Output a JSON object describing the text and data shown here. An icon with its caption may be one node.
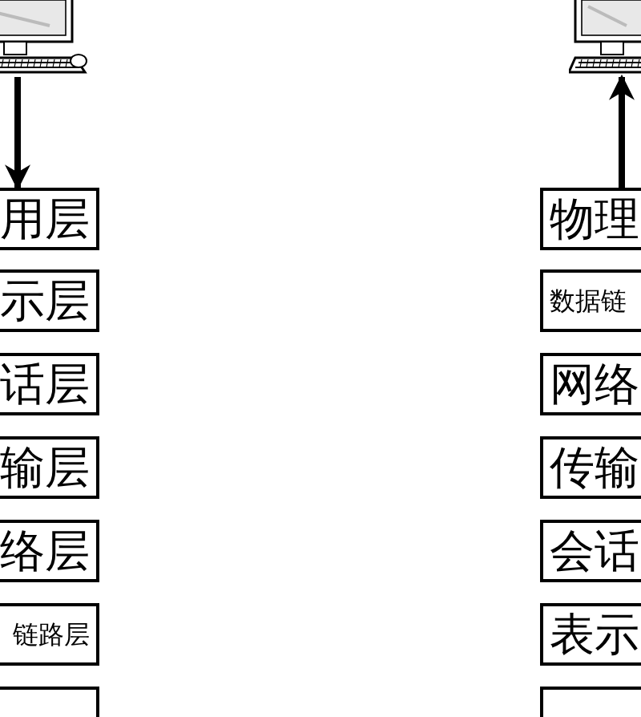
{
  "diagram": {
    "nodes": [
      {
        "text": [],
        "shape": "picture"
      },
      {
        "text": [
          "用层"
        ]
      },
      {
        "text": [
          "示层"
        ]
      },
      {
        "text": [
          "话层"
        ]
      },
      {
        "text": [
          "输层"
        ]
      },
      {
        "text": [
          "络层"
        ]
      },
      {
        "text": [
          "链路层"
        ]
      },
      {
        "text": [],
        "shape": "box"
      },
      {
        "text": [],
        "shape": "picture"
      },
      {
        "text": [
          "物理"
        ]
      },
      {
        "text": [
          "数据链"
        ]
      },
      {
        "text": [
          "网络"
        ]
      },
      {
        "text": [
          "传输"
        ]
      },
      {
        "text": [
          "会话"
        ]
      },
      {
        "text": [
          "表示"
        ]
      },
      {
        "text": [],
        "shape": "box"
      }
    ],
    "edges": [
      {
        "from": 0,
        "to": 1,
        "arrow": "to"
      },
      {
        "from": 9,
        "to": 8,
        "arrow": "to"
      }
    ]
  }
}
